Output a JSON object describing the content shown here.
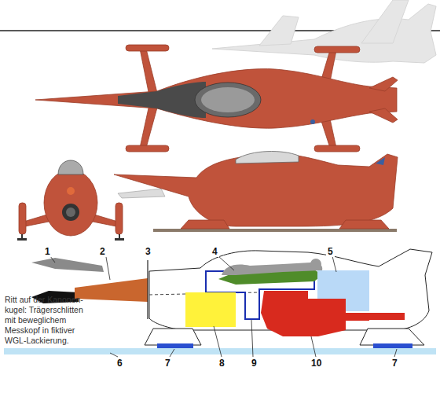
{
  "diagram": {
    "caption": "Ritt auf der Kanonen- kugel: Trägerschlitten mit beweglichem Messkopf in fiktiver WGL-Lackierung.",
    "labels": [
      "1",
      "2",
      "3",
      "4",
      "5",
      "6",
      "7",
      "8",
      "9",
      "10",
      "7"
    ]
  }
}
